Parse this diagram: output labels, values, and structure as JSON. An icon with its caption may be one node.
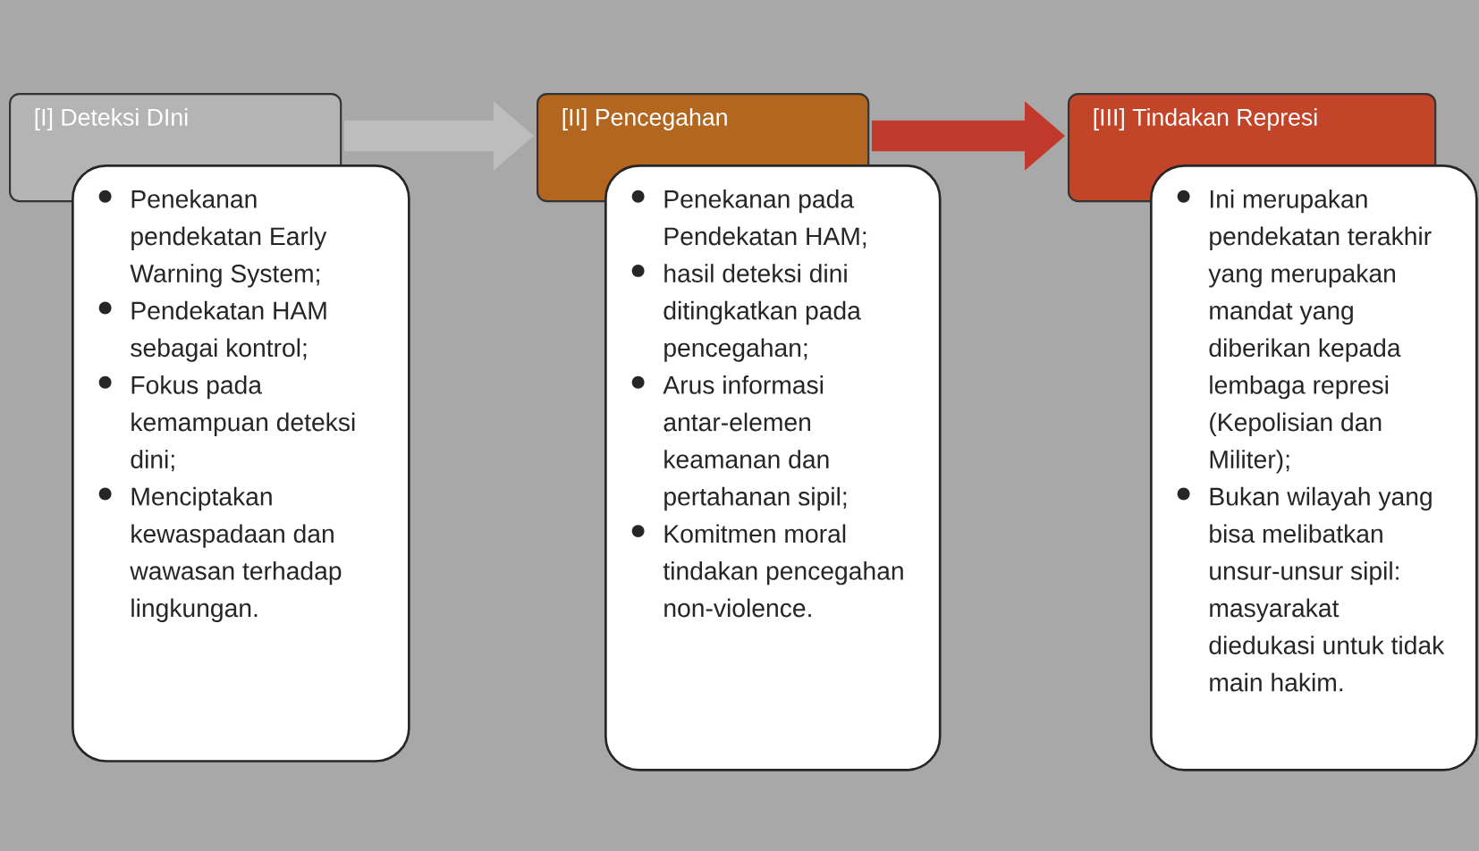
{
  "diagram": {
    "nodes": [
      {
        "text": [
          "[I] Deteksi DIni"
        ]
      },
      {
        "text": [
          "Penekanan pendekatan Early Warning System;",
          "Pendekatan HAM sebagai kontrol;",
          "Fokus pada kemampuan deteksi dini;",
          "Menciptakan kewaspadaan dan wawasan terhadap lingkungan."
        ]
      },
      {
        "text": [
          "[II] Pencegahan"
        ]
      },
      {
        "text": [
          "Penekanan pada Pendekatan HAM;",
          "hasil deteksi dini ditingkatkan pada pencegahan;",
          "Arus informasi antar-elemen keamanan dan pertahanan sipil;",
          "Komitmen moral tindakan pencegahan non-violence."
        ]
      },
      {
        "text": [
          "[III] Tindakan Represi"
        ]
      },
      {
        "text": [
          "Ini merupakan pendekatan terakhir yang merupakan mandat yang diberikan kepada lembaga represi (Kepolisian dan Militer);",
          "Bukan wilayah yang bisa melibatkan unsur-unsur sipil: masyarakat diedukasi untuk tidak main hakim."
        ]
      }
    ],
    "edges": [
      {
        "from": 0,
        "to": 2,
        "arrow": "to",
        "color": "#bdbdbd"
      },
      {
        "from": 2,
        "to": 4,
        "arrow": "to",
        "color": "#c0392b"
      }
    ]
  }
}
